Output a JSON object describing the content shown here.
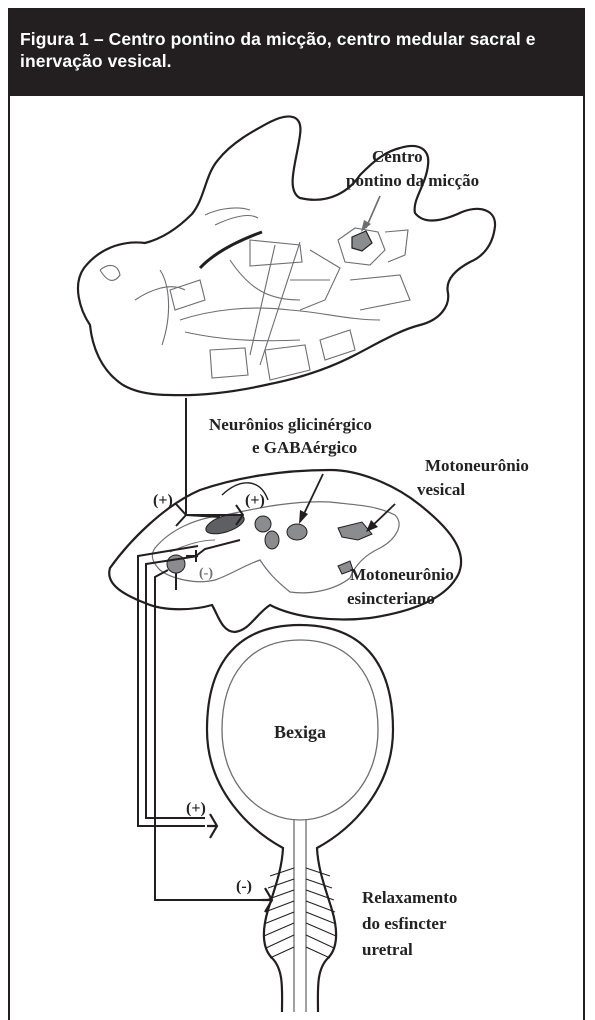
{
  "figure": {
    "caption": "Figura 1 – Centro pontino da micção, centro medular sacral e inervação vesical."
  },
  "labels": {
    "pontine_center_line1": "Centro",
    "pontine_center_line2": "pontino da micção",
    "inhib_neurons_line1": "Neurônios glicinérgico",
    "inhib_neurons_line2": "e GABAérgico",
    "bladder_motoneuron_line1": "Motoneurônio",
    "bladder_motoneuron_line2": "vesical",
    "sphincter_motoneuron_line1": "Motoneurônio",
    "sphincter_motoneuron_line2": "esincteriano",
    "plus_left": "(+)",
    "plus_center": "(+)",
    "minus_cord": "(-)",
    "bladder": "Bexiga",
    "plus_bladder": "(+)",
    "minus_sphincter": "(-)",
    "relax_line1": "Relaxamento",
    "relax_line2": "do esfincter",
    "relax_line3": "uretral"
  }
}
